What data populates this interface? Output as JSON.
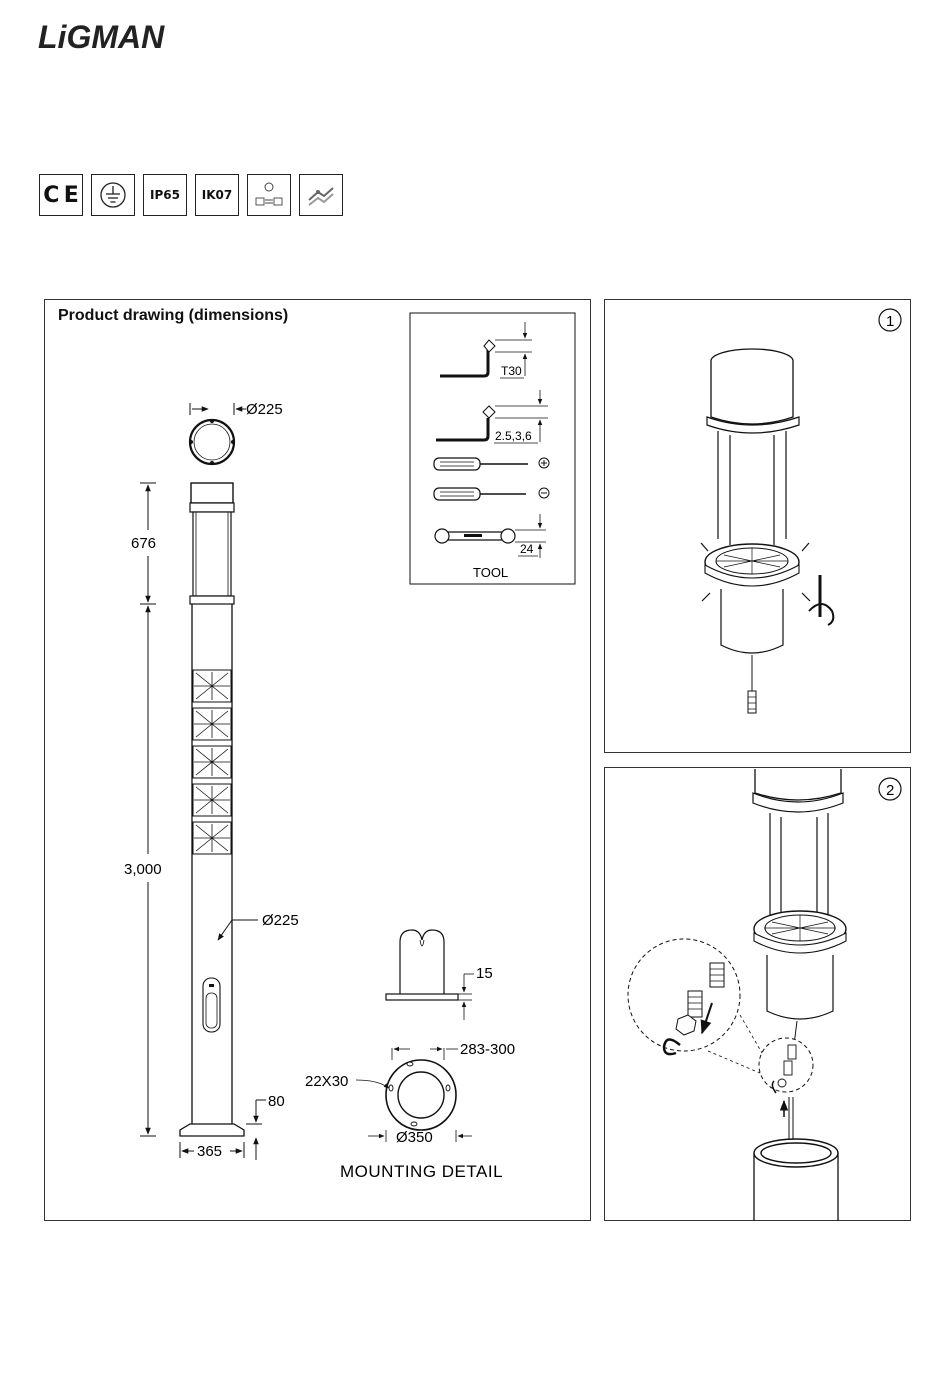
{
  "brand": {
    "logo_text": "LiGMAN"
  },
  "certifications": [
    {
      "name": "ce-mark-icon"
    },
    {
      "name": "earth-ground-icon"
    },
    {
      "name": "ip-rating-badge",
      "label": "IP65"
    },
    {
      "name": "ik-rating-badge",
      "label": "IK07"
    },
    {
      "name": "installation-icon"
    },
    {
      "name": "wiring-icon"
    }
  ],
  "drawing": {
    "title": "Product drawing (dimensions)",
    "dims": {
      "top_diameter": "Ø225",
      "head_height": "676",
      "total_height": "3,000",
      "pole_diameter": "Ø225",
      "base_height": "80",
      "base_width": "365"
    },
    "tools": {
      "torx": "T30",
      "allen": "2.5,3,6",
      "wrench": "24",
      "label": "TOOL"
    },
    "mounting": {
      "plate_thickness": "15",
      "bolt_spacing": "283-300",
      "slot_size": "22X30",
      "plate_diameter": "Ø350",
      "label": "MOUNTING DETAIL"
    }
  },
  "steps": [
    {
      "number": "1"
    },
    {
      "number": "2"
    }
  ]
}
